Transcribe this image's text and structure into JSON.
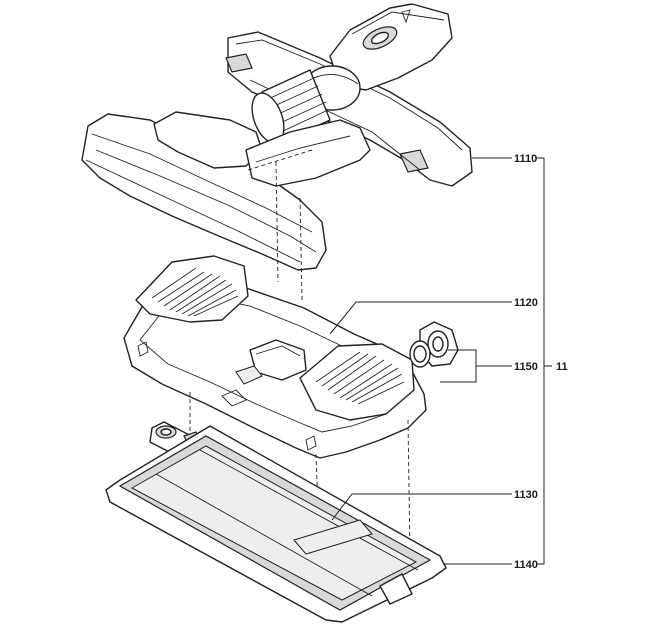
{
  "callouts": {
    "p1110": "1110",
    "p1120": "1120",
    "p1130": "1130",
    "p1140": "1140",
    "p1150": "1150",
    "assembly": "11"
  }
}
